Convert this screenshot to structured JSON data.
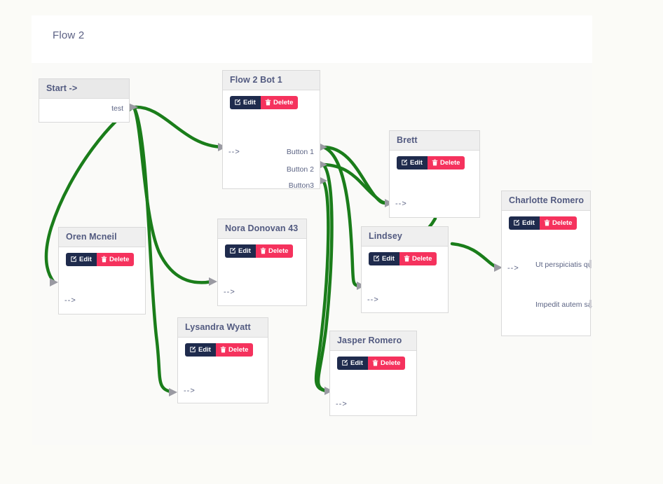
{
  "header": {
    "title": "Flow 2"
  },
  "buttons": {
    "edit_label": "Edit",
    "delete_label": "Delete",
    "edit_icon": "pencil-square-icon",
    "delete_icon": "trash-icon",
    "edit_color": "#1f2b4d",
    "delete_color": "#f5325d"
  },
  "canvas": {
    "background": "#fafaf8",
    "edge_color": "#1a7d1a",
    "arrow_color": "#9a9aa2"
  },
  "nodes": [
    {
      "id": "start",
      "title": "Start ->",
      "has_actions": false,
      "inputs": [],
      "outputs": [
        "test"
      ]
    },
    {
      "id": "bot1",
      "title": "Flow 2 Bot 1",
      "has_actions": true,
      "inputs": [
        "-->"
      ],
      "outputs": [
        "Button 1",
        "Button 2",
        "Button3"
      ]
    },
    {
      "id": "brett",
      "title": "Brett",
      "has_actions": true,
      "inputs": [
        "-->"
      ],
      "outputs": []
    },
    {
      "id": "charlotte",
      "title": "Charlotte Romero",
      "has_actions": true,
      "inputs": [
        "-->"
      ],
      "outputs": [
        "Ut perspiciatis qua",
        "Impedit autem sapie"
      ]
    },
    {
      "id": "oren",
      "title": "Oren Mcneil",
      "has_actions": true,
      "inputs": [
        "-->"
      ],
      "outputs": []
    },
    {
      "id": "nora",
      "title": "Nora Donovan 43",
      "has_actions": true,
      "inputs": [
        "-->"
      ],
      "outputs": []
    },
    {
      "id": "lindsey",
      "title": "Lindsey",
      "has_actions": true,
      "inputs": [
        "-->"
      ],
      "outputs": []
    },
    {
      "id": "lysandra",
      "title": "Lysandra Wyatt",
      "has_actions": true,
      "inputs": [
        "-->"
      ],
      "outputs": []
    },
    {
      "id": "jasper",
      "title": "Jasper Romero",
      "has_actions": true,
      "inputs": [
        "-->"
      ],
      "outputs": []
    }
  ],
  "edges": [
    {
      "from": "start.test",
      "to": "bot1.in"
    },
    {
      "from": "start.test",
      "to": "oren.in"
    },
    {
      "from": "start.test",
      "to": "nora.in"
    },
    {
      "from": "start.test",
      "to": "lysandra.in"
    },
    {
      "from": "bot1.Button 1",
      "to": "brett.in"
    },
    {
      "from": "bot1.Button 2",
      "to": "brett.in"
    },
    {
      "from": "bot1.Button 1",
      "to": "lindsey.in"
    },
    {
      "from": "bot1.Button 2",
      "to": "jasper.in"
    },
    {
      "from": "bot1.Button3",
      "to": "jasper.in"
    },
    {
      "from": "brett.out",
      "to": "lindsey.in"
    },
    {
      "from": "lindsey.out",
      "to": "charlotte.in"
    }
  ]
}
